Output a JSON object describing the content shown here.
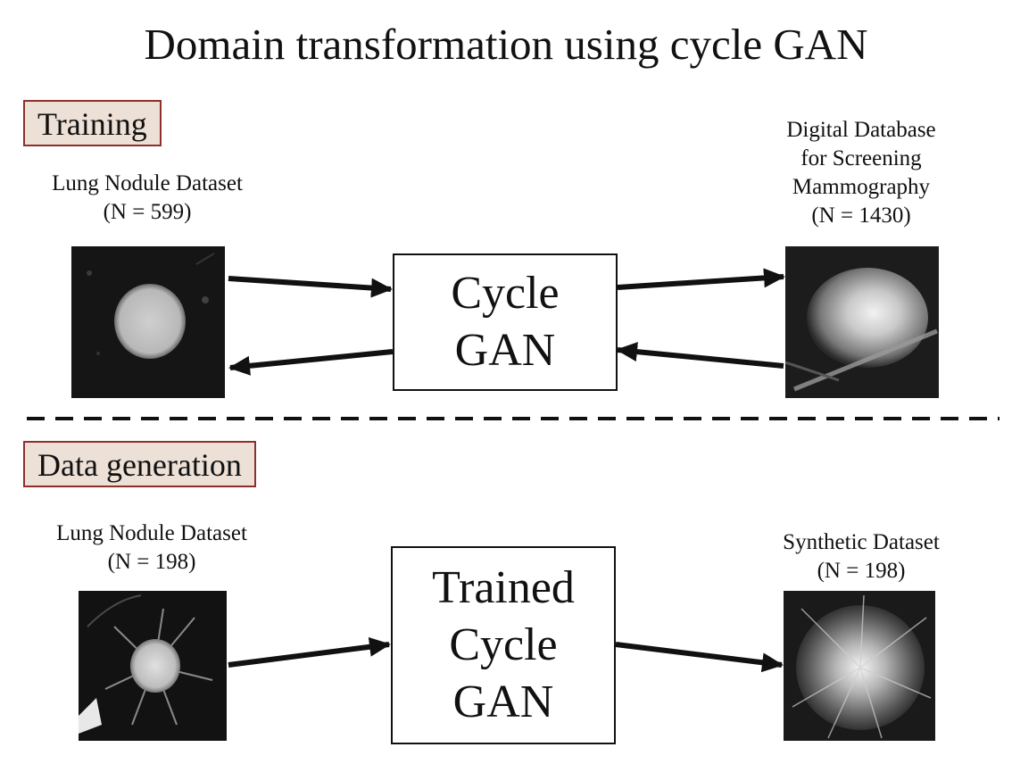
{
  "title": "Domain transformation using cycle GAN",
  "training": {
    "label": "Training",
    "left_dataset": {
      "name": "Lung Nodule Dataset",
      "count": "(N = 599)"
    },
    "right_dataset": {
      "name_lines": [
        "Digital Database",
        "for Screening",
        "Mammography"
      ],
      "count": "(N = 1430)"
    },
    "model": {
      "lines": [
        "Cycle",
        "GAN"
      ]
    }
  },
  "generation": {
    "label": "Data generation",
    "left_dataset": {
      "name": "Lung Nodule Dataset",
      "count": "(N = 198)"
    },
    "right_dataset": {
      "name": "Synthetic Dataset",
      "count": "(N = 198)"
    },
    "model": {
      "lines": [
        "Trained",
        "Cycle",
        "GAN"
      ]
    }
  },
  "colors": {
    "label_fill": "#ede0d6",
    "label_border": "#8e2f2a",
    "arrow": "#111111",
    "image_background": "#101010"
  }
}
